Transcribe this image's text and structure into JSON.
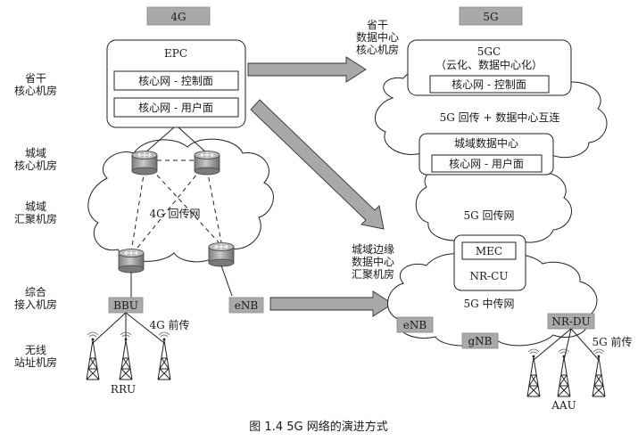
{
  "header": {
    "left_title": "4G",
    "right_title": "5G"
  },
  "levels": {
    "provincial": "省干\n核心机房",
    "metro_core": "城域\n核心机房",
    "metro_agg": "城域\n汇聚机房",
    "access": "综合\n接入机房",
    "site": "无线\n站址机房"
  },
  "network_4g": {
    "epc_title": "EPC",
    "cp": "核心网 - 控制面",
    "up": "核心网 - 用户面",
    "backhaul": "4G 回传网",
    "bbu": "BBU",
    "enb": "eNB",
    "fronthaul": "4G 前传",
    "rru": "RRU"
  },
  "middle_labels": {
    "provincial_dc": "省干\n数据中心\n核心机房",
    "edge_dc": "城域边缘\n数据中心\n汇聚机房"
  },
  "network_5g": {
    "core_title": "5GC",
    "core_subtitle": "（云化、数据中心化）",
    "cp": "核心网 - 控制面",
    "dc_interconnect": "5G 回传 + 数据中心互连",
    "metro_dc": "城域数据中心",
    "up": "核心网 - 用户面",
    "backhaul": "5G 回传网",
    "mec": "MEC",
    "nrcu": "NR-CU",
    "midhaul": "5G 中传网",
    "enb": "eNB",
    "gnb": "gNB",
    "nrdu": "NR-DU",
    "fronthaul": "5G 前传",
    "aau": "AAU"
  },
  "caption": "图 1.4   5G 网络的演进方式"
}
